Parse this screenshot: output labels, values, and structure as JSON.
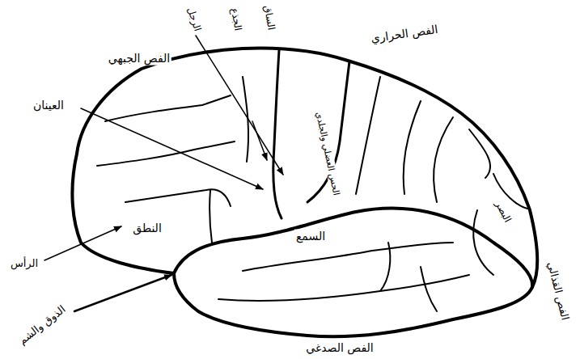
{
  "diagram": {
    "labels": [
      "الفص الجبهي",
      "الرجل",
      "الجذع",
      "الساق",
      "الفص الحراري",
      "العينان",
      "الحس العضلي والجلدي",
      "البصر",
      "النطق",
      "السمع",
      "الرأس",
      "الذوق والشم",
      "الفص القذالي",
      "الفص الصدغي"
    ]
  }
}
